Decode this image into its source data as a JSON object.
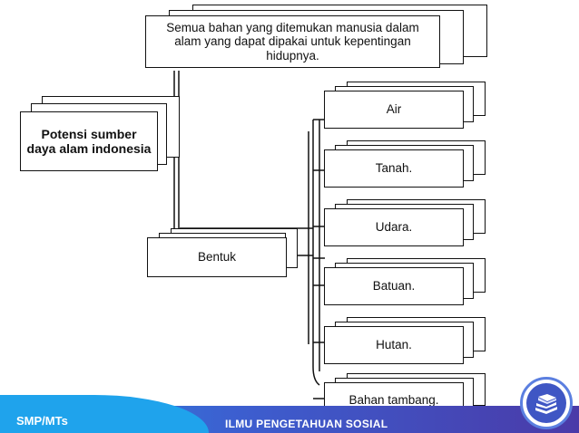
{
  "diagram": {
    "root": {
      "text": "Potensi sumber daya alam indonesia"
    },
    "definition": {
      "text": "Semua bahan yang ditemukan manusia dalam alam yang dapat dipakai untuk kepentingan hidupnya."
    },
    "bentuk": {
      "text": "Bentuk"
    },
    "items": [
      {
        "text": "Air"
      },
      {
        "text": "Tanah."
      },
      {
        "text": "Udara."
      },
      {
        "text": "Batuan."
      },
      {
        "text": "Hutan."
      },
      {
        "text": "Bahan tambang."
      }
    ]
  },
  "footer": {
    "level": "SMP/MTs",
    "subject": "ILMU PENGETAHUAN SOSIAL"
  },
  "colors": {
    "footer_start": "#2a8fe0",
    "footer_end": "#4a3aa8",
    "badge": "#3f56c4"
  },
  "icons": {
    "badge": "books-icon"
  }
}
